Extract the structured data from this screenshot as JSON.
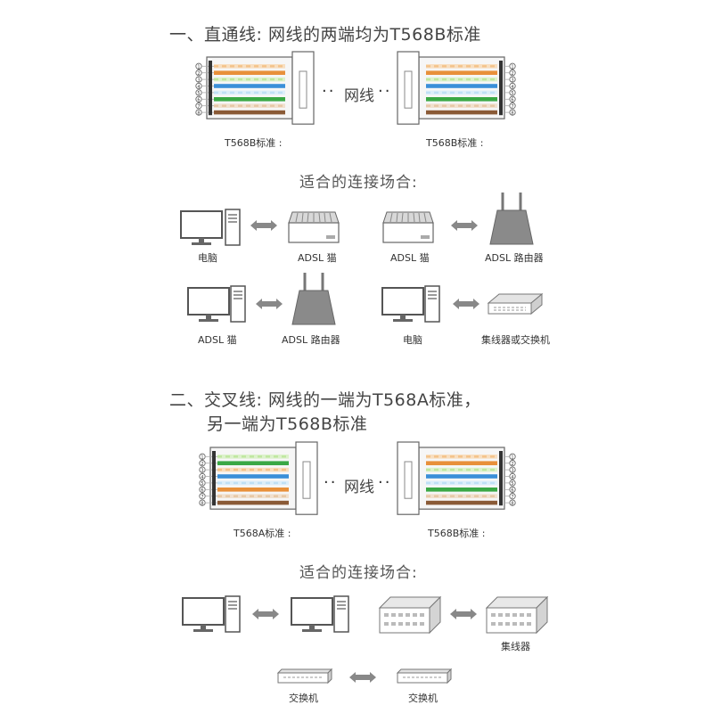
{
  "section1": {
    "heading": "一、直通线: 网线的两端均为T568B标准",
    "left_std": "T568B标准 :",
    "right_std": "T568B标准 :",
    "cable_label": "网线",
    "dots": "··",
    "scenarios_title": "适合的连接场合:",
    "row1": [
      "电脑",
      "ADSL 猫",
      "ADSL 猫",
      "ADSL 路由器"
    ],
    "row2": [
      "ADSL 猫",
      "ADSL 路由器",
      "电脑",
      "集线器或交换机"
    ]
  },
  "section2": {
    "heading_line1": "二、交叉线: 网线的一端为T568A标准，",
    "heading_line2": "另一端为T568B标准",
    "left_std": "T568A标准 :",
    "right_std": "T568B标准 :",
    "cable_label": "网线",
    "dots": "··",
    "scenarios_title": "适合的连接场合:",
    "hub_caption": "集线器",
    "switch_captions": [
      "交换机",
      "交换机"
    ]
  },
  "pin_numbers": [
    "1",
    "2",
    "3",
    "4",
    "5",
    "6",
    "7",
    "8"
  ],
  "wire_colors": {
    "T568B": [
      "#f3c28a",
      "#e8903a",
      "#bfe6a0",
      "#3a8fd8",
      "#bfe0f5",
      "#3aa845",
      "#e6c7a6",
      "#8a5a36"
    ],
    "T568A": [
      "#bfe6a0",
      "#3aa845",
      "#f3c28a",
      "#3a8fd8",
      "#bfe0f5",
      "#e8903a",
      "#e6c7a6",
      "#8a5a36"
    ]
  },
  "icons": [
    "monitor-icon",
    "computer-tower-icon",
    "modem-icon",
    "router-icon",
    "switch-icon",
    "hub-icon",
    "double-arrow-icon"
  ]
}
